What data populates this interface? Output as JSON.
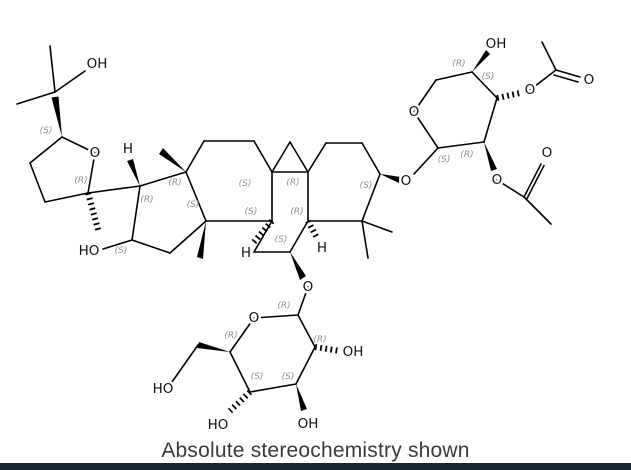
{
  "caption": {
    "text": "Absolute stereochemistry shown",
    "color": "#3a3a3a"
  },
  "footer_bar": {
    "color": "#1c2532"
  },
  "molecule": {
    "bond_color": "#000000",
    "atom_label_color": "#111111",
    "stereo_label_color": "#8f8f8f",
    "atom_labels": [
      "OH",
      "O",
      "HO",
      "H",
      "H",
      "H",
      "O",
      "O",
      "OH",
      "O",
      "O",
      "O",
      "O",
      "O",
      "O",
      "OH",
      "OH",
      "HO",
      "HO"
    ],
    "stereo_labels": [
      "(S)",
      "(R)",
      "(R)",
      "(S)",
      "(R)",
      "(S)",
      "(S)",
      "(S)",
      "(R)",
      "(R)",
      "(S)",
      "(S)",
      "(S)",
      "(R)",
      "(S)",
      "(R)",
      "(R)",
      "(R)",
      "(S)",
      "(S)",
      "(R)"
    ]
  }
}
